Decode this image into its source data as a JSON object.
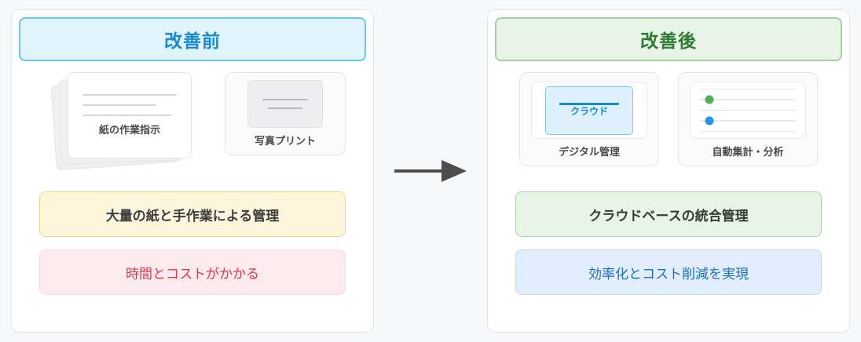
{
  "background_color": "#f7f8fa",
  "before": {
    "header": {
      "title": "改善前",
      "text_color": "#1789ce",
      "bg_color": "#e1f3fc",
      "border_color": "#68c8f0"
    },
    "cards": [
      {
        "id": "paper-stack",
        "caption": "紙の作業指示"
      },
      {
        "id": "photo-print",
        "caption": "写真プリント"
      }
    ],
    "statements": [
      {
        "id": "paper-manual",
        "text": "大量の紙と手作業による管理",
        "style": "warn",
        "bg_color": "#fdf6dd",
        "border_color": "#ecd98c",
        "text_color": "#3d3d3d"
      },
      {
        "id": "time-cost",
        "text": "時間とコストがかかる",
        "style": "danger",
        "bg_color": "#fcebee",
        "border_color": "#f7dbe0",
        "text_color": "#e0384f"
      }
    ]
  },
  "arrow": {
    "icon": "arrow-right-icon",
    "color": "#4d4d4d"
  },
  "after": {
    "header": {
      "title": "改善後",
      "text_color": "#2c7a33",
      "bg_color": "#e8f4e6",
      "border_color": "#9ed39b"
    },
    "cards": [
      {
        "id": "digital-management",
        "caption": "デジタル管理",
        "inner_label": "クラウド",
        "accent_color": "#1789ce"
      },
      {
        "id": "auto-analytics",
        "caption": "自動集計・分析",
        "dot_colors": [
          "#4caf50",
          "#2196f3"
        ]
      }
    ],
    "statements": [
      {
        "id": "cloud-integrated",
        "text": "クラウドベースの統合管理",
        "style": "good",
        "bg_color": "#e8f4e6",
        "border_color": "#a8d3a4",
        "text_color": "#2f3f33"
      },
      {
        "id": "efficiency-cost",
        "text": "効率化とコスト削減を実現",
        "style": "info",
        "bg_color": "#e2eefb",
        "border_color": "#bfdcf6",
        "text_color": "#1a6fc4"
      }
    ]
  }
}
